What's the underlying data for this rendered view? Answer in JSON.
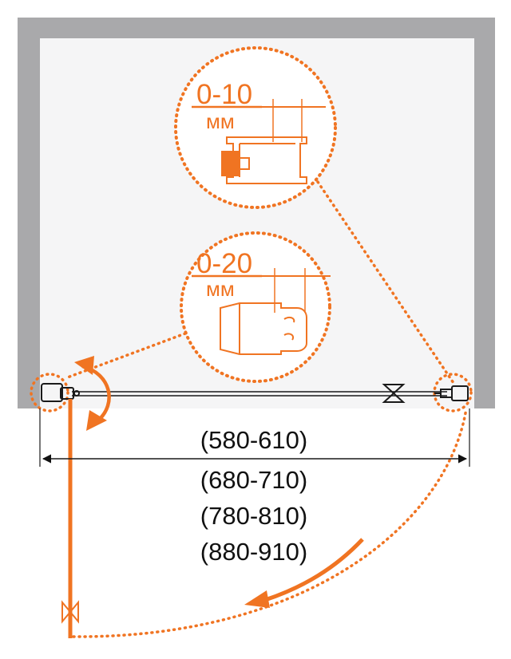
{
  "colors": {
    "wall": "#a9a9ab",
    "floor": "#f5f5f6",
    "accent": "#f07422",
    "line": "#1a1a1a"
  },
  "detail_top": {
    "range": "0-10",
    "unit": "мм"
  },
  "detail_middle": {
    "range": "0-20",
    "unit": "мм"
  },
  "dimensions": [
    "(580-610)",
    "(680-710)",
    "(780-810)",
    "(880-910)"
  ],
  "icons": {
    "handle": "bow-tie-handle-icon",
    "hinge": "wall-hinge-icon",
    "swing": "swing-arrow-icon"
  }
}
